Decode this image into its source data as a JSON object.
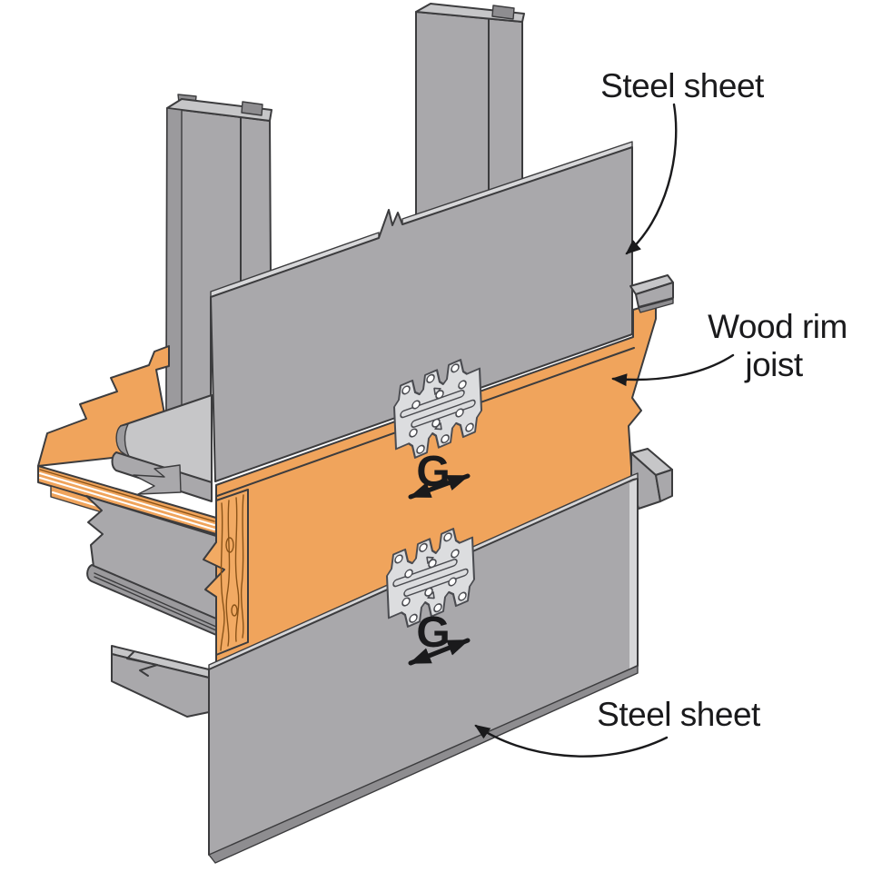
{
  "labels": {
    "steel_sheet_top": "Steel sheet",
    "wood_rim_joist_line1": "Wood rim",
    "wood_rim_joist_line2": "joist",
    "steel_sheet_bottom": "Steel sheet",
    "shear_direction_upper": "G",
    "shear_direction_lower": "G"
  },
  "colors": {
    "background": "#ffffff",
    "wood": "#f0a45c",
    "wood-end": "#f2aa63",
    "wood-grain": "#8a5318",
    "steel": "#a9a8ab",
    "steel-dark": "#8e8d90",
    "steel-mid": "#9b9a9d",
    "steel-light": "#c6c6c8",
    "edge-light": "#d7d7d9",
    "plate": "#dcdddf",
    "plate-line": "#4a4b50",
    "outline": "#3c3c3e",
    "ink": "#1a1a1c"
  }
}
